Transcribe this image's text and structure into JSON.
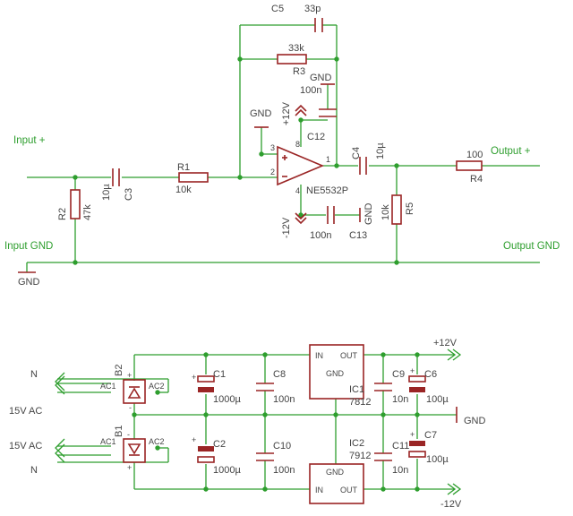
{
  "colors": {
    "wire": "#2e9e2e",
    "part": "#9a2525",
    "text": "#444444"
  },
  "nets": {
    "input_plus": "Input +",
    "input_gnd": "Input GND",
    "output_plus": "Output +",
    "output_gnd": "Output GND",
    "gnd_bottom": "GND",
    "gnd_power": "GND",
    "p12": "+12V",
    "m12": "-12V"
  },
  "amp": {
    "c5": {
      "name": "C5",
      "value": "33p"
    },
    "r3": {
      "name": "R3",
      "value": "33k"
    },
    "c12": {
      "name": "C12",
      "value": "100n"
    },
    "c13": {
      "name": "C13",
      "value": "100n"
    },
    "gnd_top": "GND",
    "gnd_c12": "GND",
    "gnd_c13": "GND",
    "p12": "+12V",
    "m12": "-12V",
    "r1": {
      "name": "R1",
      "value": "10k"
    },
    "c3": {
      "name": "C3",
      "value": "10µ"
    },
    "r2": {
      "name": "R2",
      "value": "47k"
    },
    "c4": {
      "name": "C4",
      "value": "10µ"
    },
    "r4": {
      "name": "R4",
      "value": "100"
    },
    "r5": {
      "name": "R5",
      "value": "10k"
    },
    "ic": {
      "name": "NE5532P",
      "pin1": "1",
      "pin2": "2",
      "pin3": "3",
      "pin4": "4",
      "pin8": "8"
    }
  },
  "psu": {
    "n_top": "N",
    "ac_top": "15V AC",
    "ac_bot": "15V AC",
    "n_bot": "N",
    "b1": {
      "name": "B1",
      "ac1": "AC1",
      "ac2": "AC2",
      "plus": "+",
      "minus": "-"
    },
    "b2": {
      "name": "B2",
      "ac1": "AC1",
      "ac2": "AC2",
      "plus": "+",
      "minus": "-"
    },
    "c1": {
      "name": "C1",
      "value": "1000µ"
    },
    "c2": {
      "name": "C2",
      "value": "1000µ"
    },
    "c8": {
      "name": "C8",
      "value": "100n"
    },
    "c10": {
      "name": "C10",
      "value": "100n"
    },
    "ic1": {
      "name": "IC1",
      "part": "7812",
      "in": "IN",
      "gnd": "GND",
      "out": "OUT"
    },
    "ic2": {
      "name": "IC2",
      "part": "7912",
      "in": "IN",
      "gnd": "GND",
      "out": "OUT"
    },
    "c9": {
      "name": "C9",
      "value": "10n"
    },
    "c11": {
      "name": "C11",
      "value": "10n"
    },
    "c6": {
      "name": "C6",
      "value": "100µ"
    },
    "c7": {
      "name": "C7",
      "value": "100µ"
    },
    "plus": "+",
    "plus2": "+",
    "plus3": "+",
    "plus4": "+"
  }
}
